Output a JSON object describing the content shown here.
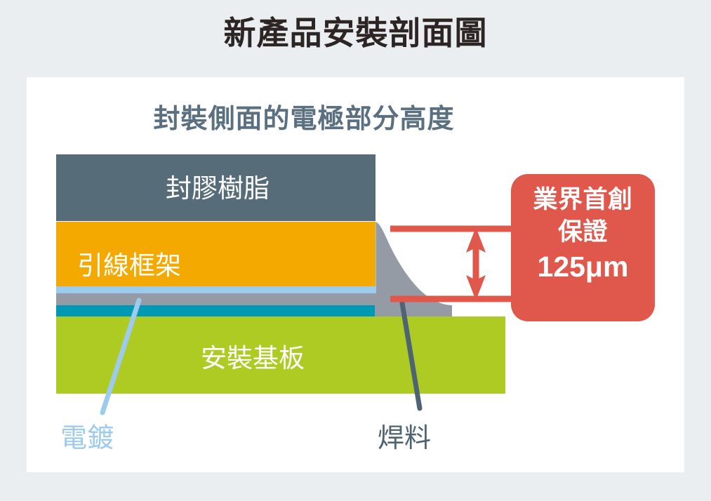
{
  "title": "新產品安裝剖面圖",
  "panel": {
    "subtitle": "封裝側面的電極部分高度"
  },
  "diagram": {
    "layers": [
      {
        "id": "molding-resin",
        "label": "封膠樹脂",
        "color": "#566d79"
      },
      {
        "id": "lead-frame",
        "label": "引線框架",
        "color": "#f4a900"
      },
      {
        "id": "plating",
        "label": "電鍍",
        "color": "#9ccbed"
      },
      {
        "id": "solder",
        "label": "焊料",
        "color": "#949ba4"
      },
      {
        "id": "solder-resist",
        "label": "",
        "color": "#0099b4"
      },
      {
        "id": "mounting-substrate",
        "label": "安裝基板",
        "color": "#aecb24"
      }
    ],
    "callouts": [
      {
        "id": "plating-callout",
        "label": "電鍍",
        "color": "#9ccbed"
      },
      {
        "id": "solder-callout",
        "label": "焊料",
        "color": "#4e6472"
      }
    ],
    "dimension": {
      "id": "electrode-height",
      "color": "#e0574c",
      "guide_line_color": "#e0574c"
    }
  },
  "badge": {
    "line1": "業界首創",
    "line2": "保證",
    "value": "125μm",
    "color": "#e0574c"
  },
  "colors": {
    "page_background": "#eaeef0",
    "panel_background": "#ffffff",
    "title_text": "#2d2424",
    "subtitle_text": "#5a7080",
    "accent_red": "#e0574c"
  }
}
